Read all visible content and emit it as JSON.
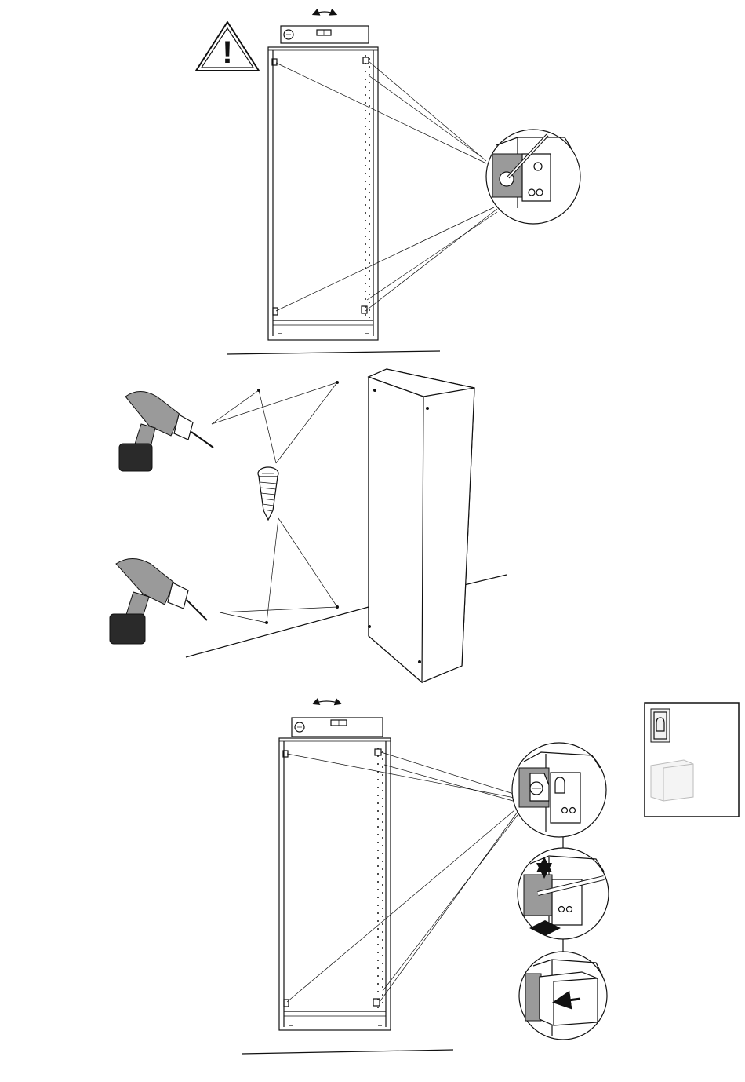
{
  "panels": [
    {
      "id": "step-level-mark",
      "warning_symbol": "!",
      "icons": [
        "warning-triangle-icon",
        "spirit-level-icon",
        "double-arrow-icon",
        "pencil-icon"
      ]
    },
    {
      "id": "step-drill-wall",
      "icons": [
        "drill-icon",
        "screw-icon"
      ]
    },
    {
      "id": "step-hang-adjust",
      "icons": [
        "spirit-level-icon",
        "double-arrow-icon",
        "screwdriver-icon",
        "cover-cap-icon"
      ]
    }
  ],
  "legend": {
    "items": [
      "wall-bracket-icon",
      "cover-cap-icon"
    ]
  },
  "colors": {
    "line": "#111111",
    "background": "#ffffff",
    "shade": "#9a9a9a"
  }
}
